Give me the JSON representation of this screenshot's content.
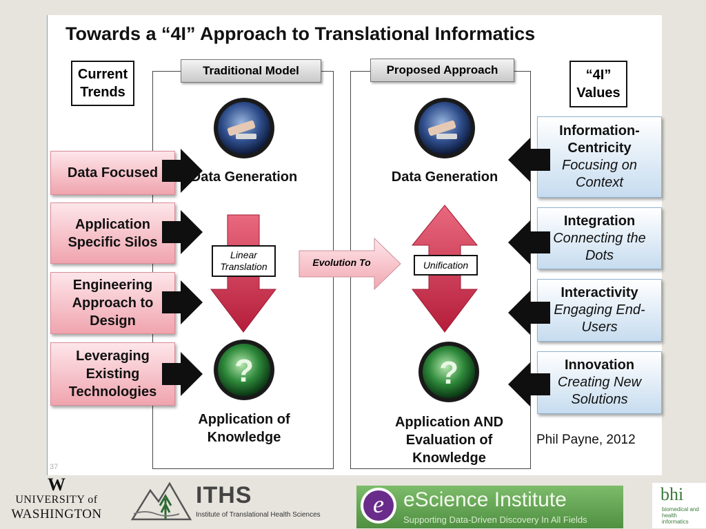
{
  "slide": {
    "title": "Towards a “4I” Approach to Translational Informatics",
    "current_trends_label": "Current Trends",
    "values_label": "“4I” Values",
    "traditional_model": "Traditional Model",
    "proposed_approach": "Proposed Approach",
    "data_generation": "Data Generation",
    "traditional_bottom": "Application of Knowledge",
    "proposed_bottom": "Application AND Evaluation of Knowledge",
    "linear_translation": "Linear Translation",
    "evolution_to": "Evolution To",
    "unification": "Unification",
    "credit": "Phil Payne, 2012",
    "page_number": "37"
  },
  "trends": [
    "Data Focused",
    "Application Specific Silos",
    "Engineering Approach to Design",
    "Leveraging Existing Technologies"
  ],
  "values": [
    {
      "title": "Information-Centricity",
      "subtitle": "Focusing on Context"
    },
    {
      "title": "Integration",
      "subtitle": "Connecting the Dots"
    },
    {
      "title": "Interactivity",
      "subtitle": "Engaging End-Users"
    },
    {
      "title": "Innovation",
      "subtitle": "Creating New Solutions"
    }
  ],
  "footer": {
    "uw_letter": "W",
    "uw_line1": "UNIVERSITY of",
    "uw_line2": "WASHINGTON",
    "iths_name": "ITHS",
    "iths_sub": "Institute of Translational Health Sciences",
    "escience_title": "eScience Institute",
    "escience_sub": "Supporting Data-Driven Discovery In All Fields",
    "bhi_name": "bhi",
    "bhi_sub": "biomedical and health informatics"
  },
  "colors": {
    "accent_pink": "#f0a4ae",
    "accent_blue": "#c6dcef",
    "arrow_red": "#c8203c",
    "escience_green": "#5a9a4a",
    "escience_purple": "#6a2c8a"
  }
}
